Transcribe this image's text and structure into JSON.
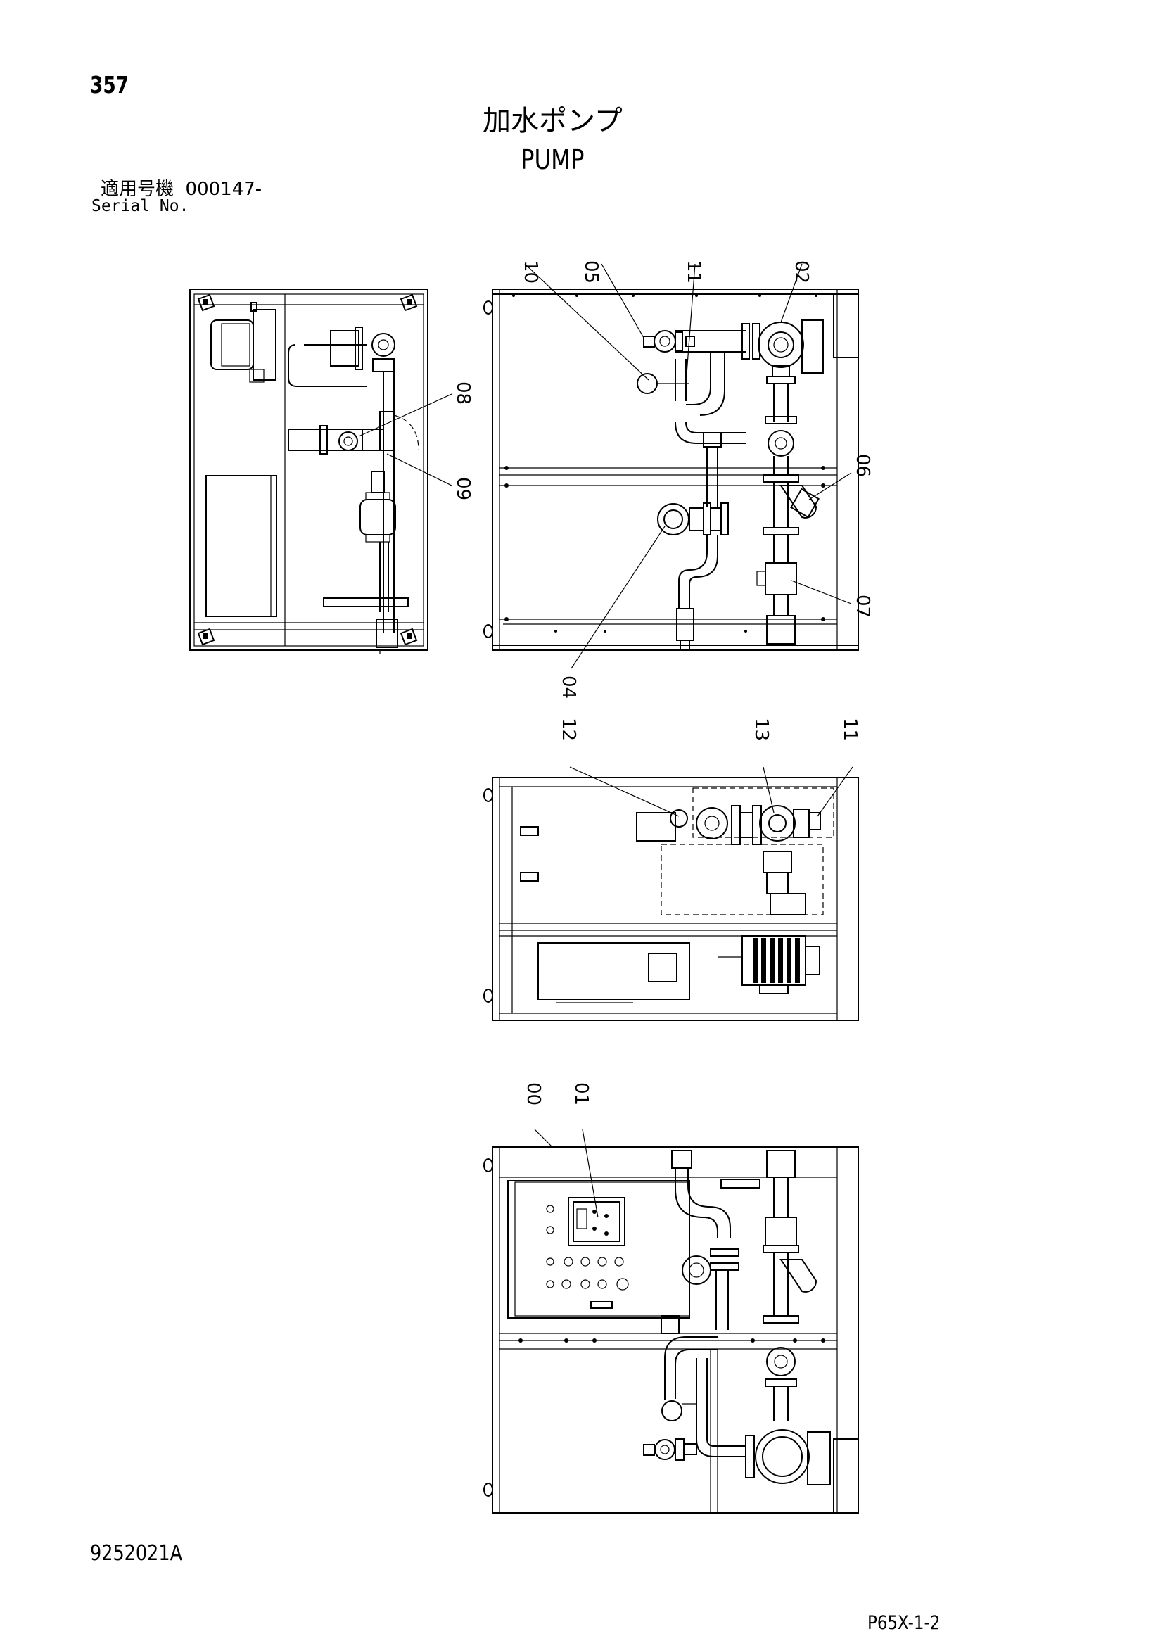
{
  "header": {
    "page_number": "357",
    "title_jp": "加水ポンプ",
    "title_en": "PUMP",
    "serial_label_jp": "適用号機",
    "serial_value": "000147-",
    "serial_label_en": "Serial No."
  },
  "callouts": {
    "c00": "00",
    "c01": "01",
    "c02": "02",
    "c04": "04",
    "c05": "05",
    "c06": "06",
    "c07": "07",
    "c08": "08",
    "c09": "09",
    "c10": "10",
    "c11a": "11",
    "c11b": "11",
    "c12": "12",
    "c13": "13"
  },
  "footer": {
    "drawing_number": "9252021A",
    "sheet_code": "P65X-1-2"
  }
}
